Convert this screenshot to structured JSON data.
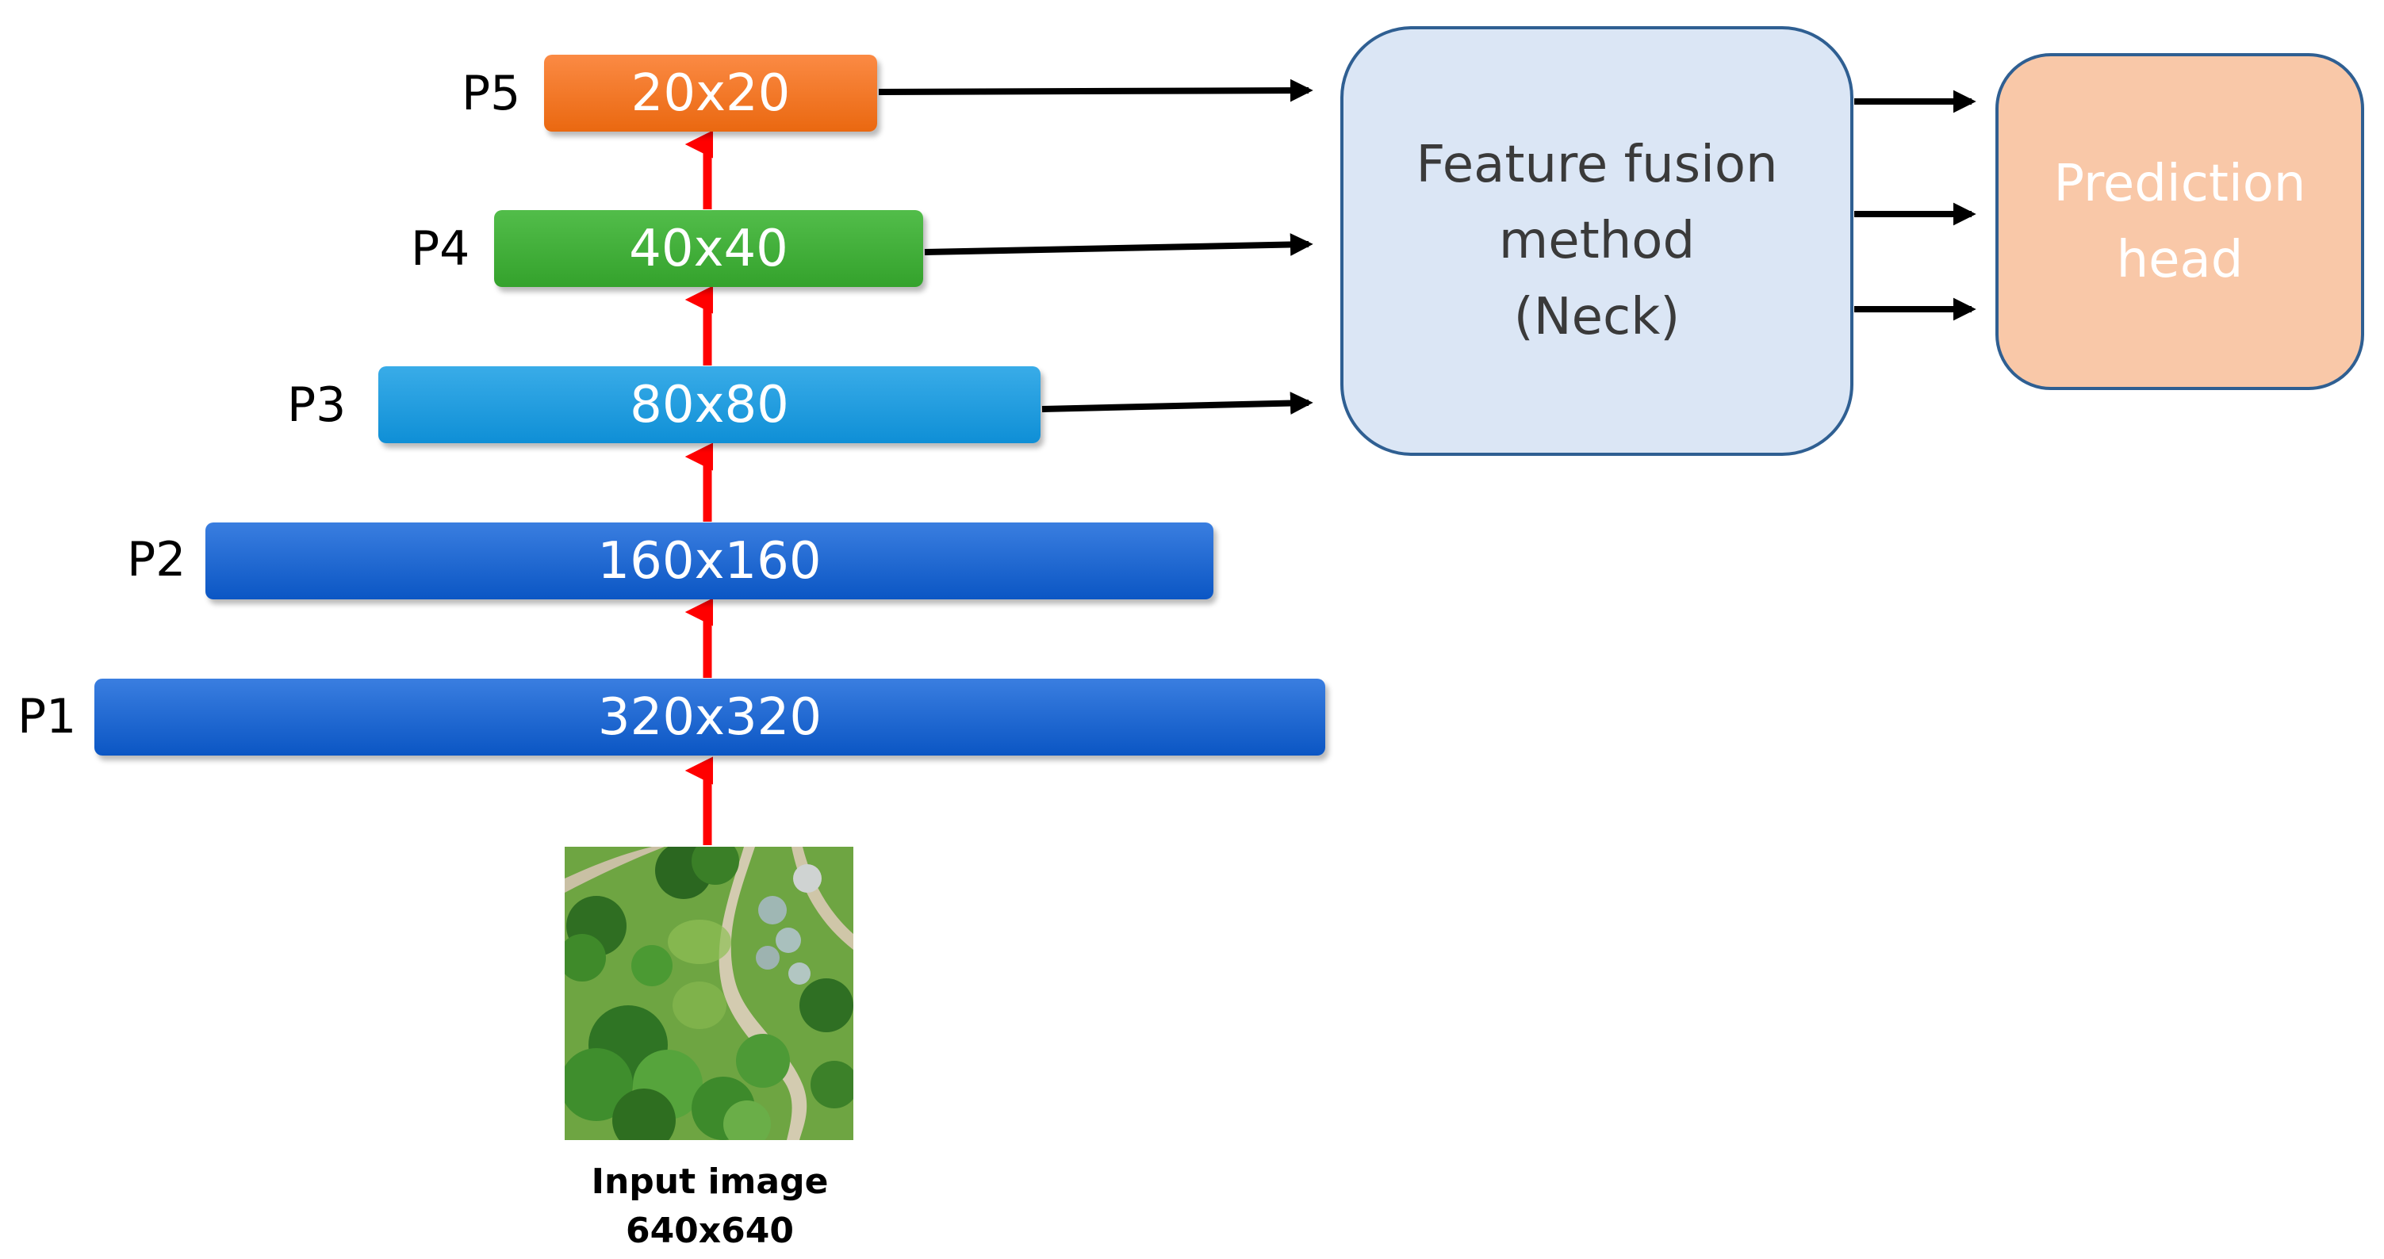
{
  "levels": [
    {
      "id": "p5",
      "label": "P5",
      "size": "20x20",
      "color": "#f47a2a"
    },
    {
      "id": "p4",
      "label": "P4",
      "size": "40x40",
      "color": "#3cb034"
    },
    {
      "id": "p3",
      "label": "P3",
      "size": "80x80",
      "color": "#1f9de0"
    },
    {
      "id": "p2",
      "label": "P2",
      "size": "160x160",
      "color": "#1a66d0"
    },
    {
      "id": "p1",
      "label": "P1",
      "size": "320x320",
      "color": "#1a66d0"
    }
  ],
  "neck": {
    "text": "Feature fusion\nmethod\n(Neck)",
    "fill": "#dbe6f5",
    "border": "#2f5f92"
  },
  "head": {
    "text": "Prediction\nhead",
    "fill": "#f9c8a8"
  },
  "input": {
    "title": "Input image",
    "size": "640x640",
    "thumbnail": "aerial-park-photo"
  },
  "arrows": {
    "upsample_color": "#ff0000",
    "flow_color": "#000000"
  }
}
